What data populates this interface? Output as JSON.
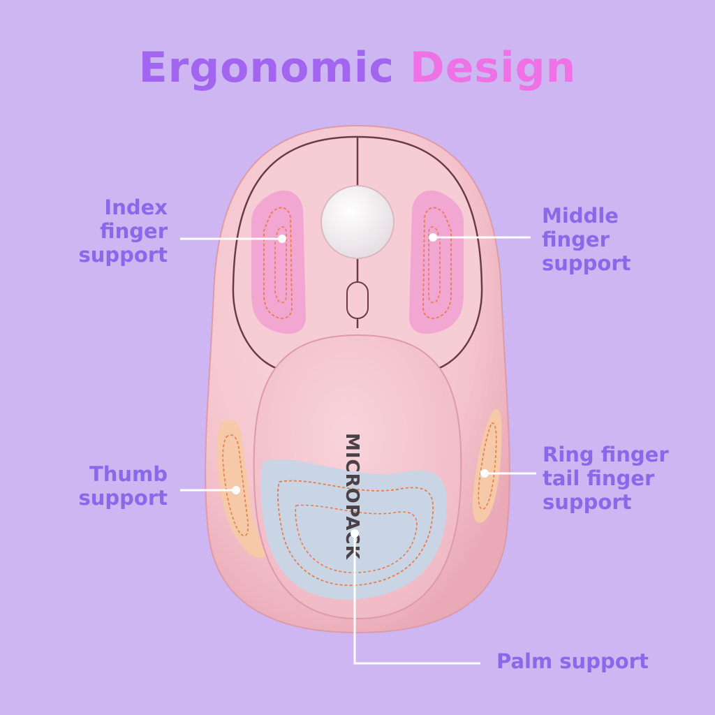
{
  "headline": {
    "word1": "Ergonomic",
    "word2": "Design"
  },
  "brand": "MICROPACK",
  "labels": {
    "index": [
      "Index",
      "finger",
      "support"
    ],
    "middle": [
      "Middle",
      "finger",
      "support"
    ],
    "thumb": [
      "Thumb",
      "support"
    ],
    "ring": [
      "Ring finger",
      "tail finger",
      "support"
    ],
    "palm": [
      "Palm support"
    ]
  },
  "colors": {
    "background": "#cdb6f2",
    "title_purple": "#a265ef",
    "title_pink": "#ee72e6",
    "label_text": "#8a68ea",
    "mouse_body": "#f5c6cf",
    "finger_zone": "#f2a6d2",
    "thumb_zone": "#f6c9a8",
    "palm_zone": "#c9d5e4",
    "stitch": "#ec7a45",
    "pointer_line": "#ffffff"
  }
}
